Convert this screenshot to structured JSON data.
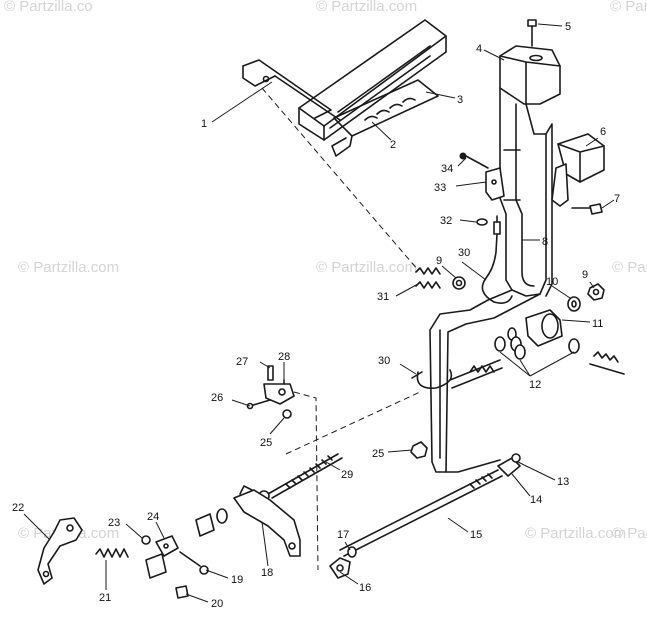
{
  "watermark": {
    "text": "© Partzilla.com",
    "corner_text": "© Partzilla.co"
  },
  "callouts": [
    "1",
    "2",
    "3",
    "4",
    "5",
    "6",
    "7",
    "8",
    "9",
    "9",
    "10",
    "11",
    "12",
    "13",
    "14",
    "15",
    "16",
    "17",
    "18",
    "19",
    "20",
    "21",
    "22",
    "23",
    "24",
    "25",
    "25",
    "26",
    "27",
    "28",
    "29",
    "30",
    "30",
    "31",
    "32",
    "33",
    "34"
  ]
}
